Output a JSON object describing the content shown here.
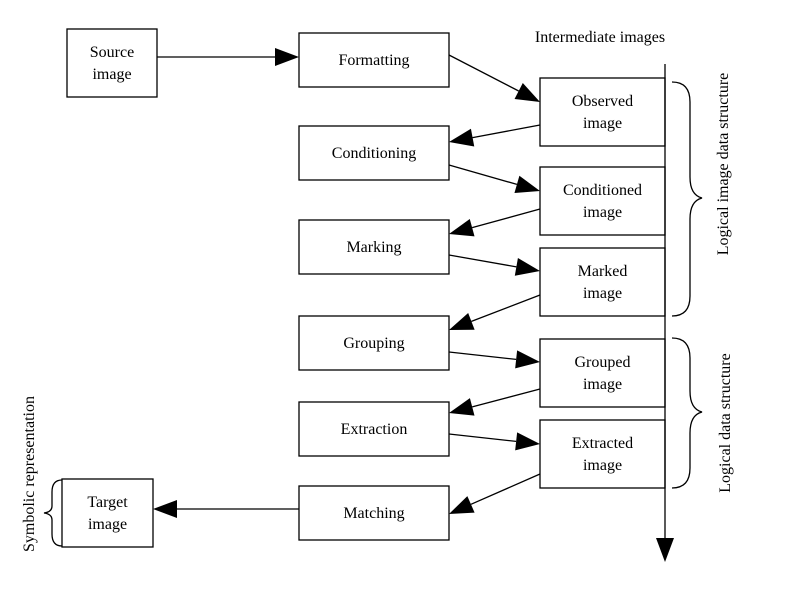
{
  "nodes": {
    "source": [
      "Source",
      "image"
    ],
    "formatting": [
      "Formatting"
    ],
    "observed": [
      "Observed",
      "image"
    ],
    "conditioning": [
      "Conditioning"
    ],
    "conditioned": [
      "Conditioned",
      "image"
    ],
    "marking": [
      "Marking"
    ],
    "marked": [
      "Marked",
      "image"
    ],
    "grouping": [
      "Grouping"
    ],
    "grouped": [
      "Grouped",
      "image"
    ],
    "extraction": [
      "Extraction"
    ],
    "extracted": [
      "Extracted",
      "image"
    ],
    "matching": [
      "Matching"
    ],
    "target": [
      "Target",
      "image"
    ]
  },
  "labels": {
    "intermediate_images": "Intermediate images",
    "logical_image_data_structure": "Logical image data structure",
    "logical_data_structure": "Logical data structure",
    "symbolic_representation": "Symbolic representation"
  },
  "edges": [
    [
      "source",
      "formatting"
    ],
    [
      "formatting",
      "observed"
    ],
    [
      "observed",
      "conditioning"
    ],
    [
      "conditioning",
      "conditioned"
    ],
    [
      "conditioned",
      "marking"
    ],
    [
      "marking",
      "marked"
    ],
    [
      "marked",
      "grouping"
    ],
    [
      "grouping",
      "grouped"
    ],
    [
      "grouped",
      "extraction"
    ],
    [
      "extraction",
      "extracted"
    ],
    [
      "extracted",
      "matching"
    ],
    [
      "matching",
      "target"
    ]
  ]
}
